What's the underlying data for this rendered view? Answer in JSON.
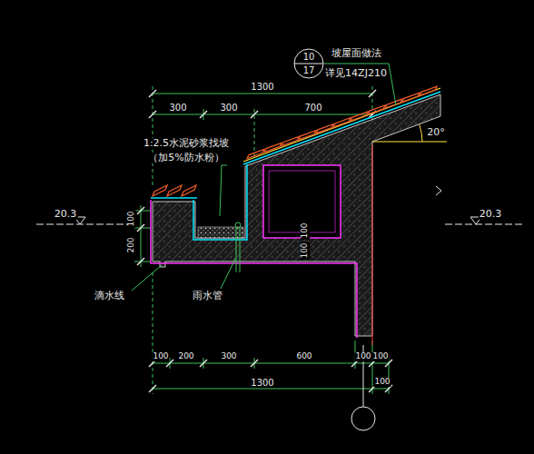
{
  "diagram": {
    "nodes": [
      {
        "text": [
          "10",
          "17"
        ]
      }
    ],
    "labels": [
      "坡屋面做法",
      "详见14ZJ210",
      "1300",
      "300",
      "300",
      "700",
      "1:2.5水泥砂浆找坡",
      "（加5%防水粉）",
      "20°",
      "20.3",
      "20.3",
      "100",
      "200",
      "100",
      "100",
      "滴水线",
      "雨水管",
      "100",
      "200",
      "300",
      "600",
      "100",
      "100",
      "1300",
      "100"
    ]
  }
}
